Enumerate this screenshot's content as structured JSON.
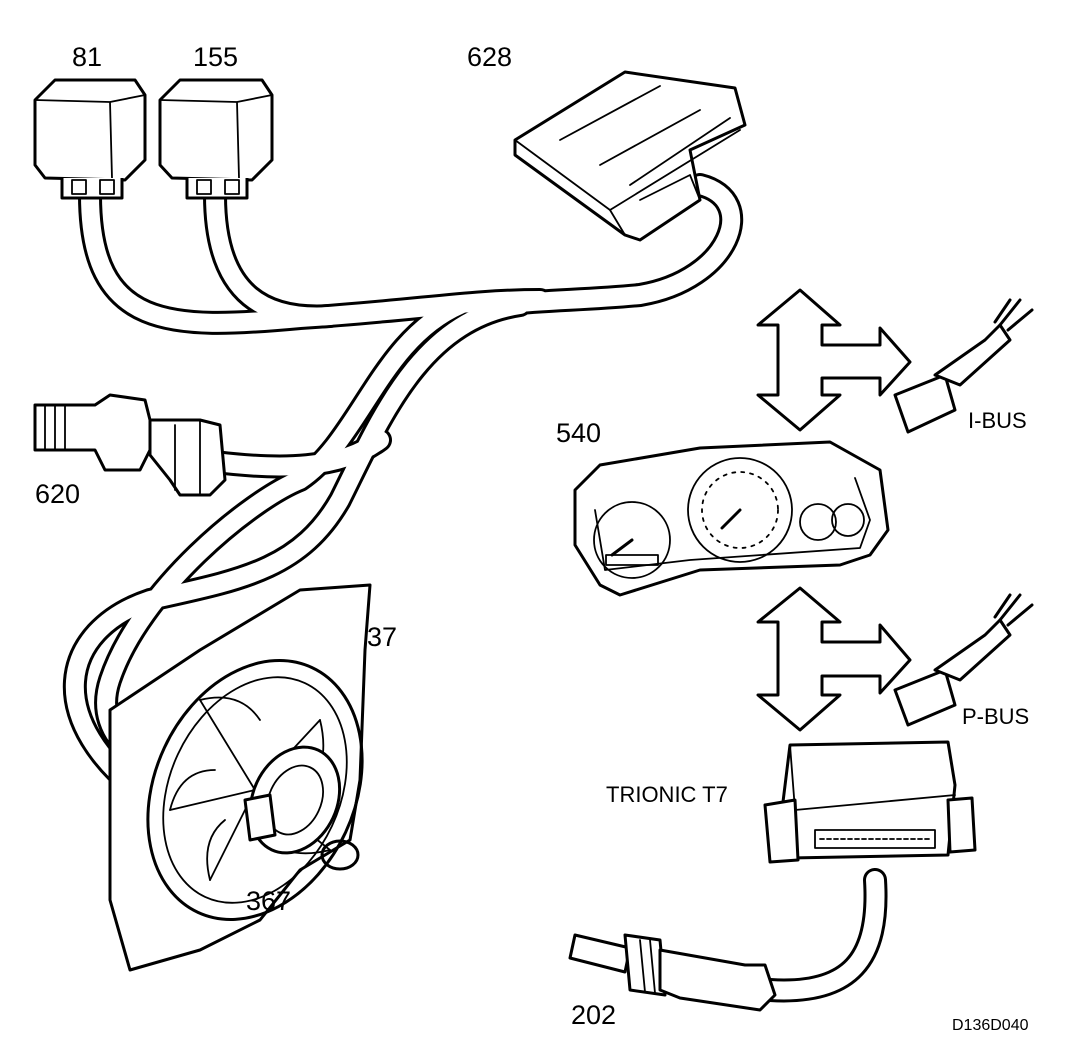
{
  "diagram": {
    "components": {
      "relay_81": "81",
      "relay_155": "155",
      "module_628": "628",
      "sensor_620": "620",
      "instrument_540": "540",
      "fan_37": "37",
      "fan_motor_367": "367",
      "ecu": "TRIONIC T7",
      "sensor_202": "202"
    },
    "bus": {
      "i_bus": "I-BUS",
      "p_bus": "P-BUS"
    },
    "reference_code": "D136D040"
  }
}
